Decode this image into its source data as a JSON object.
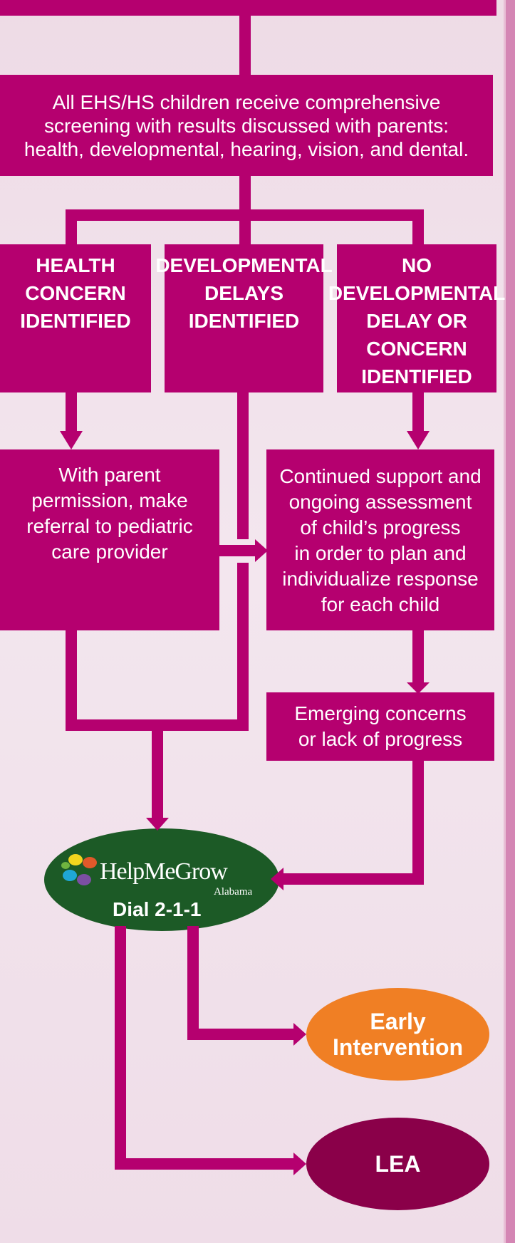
{
  "screening": {
    "text": "All EHS/HS children receive comprehensive\nscreening with results discussed with parents:\nhealth, developmental, hearing, vision, and dental."
  },
  "categories": {
    "health": "HEALTH\nCONCERN\nIDENTIFIED",
    "developmental": "DEVELOPMENTAL\nDELAYS\nIDENTIFIED",
    "none": "NO\nDEVELOPMENTAL\nDELAY OR\nCONCERN\nIDENTIFIED"
  },
  "actions": {
    "referral": "With parent\npermission, make\nreferral to pediatric\ncare provider",
    "support": "Continued support and\nongoing assessment\nof child’s progress\nin order to plan and\nindividualize response\nfor each child",
    "emerging": "Emerging concerns\nor lack of progress"
  },
  "help_me_grow": {
    "brand": "HelpMeGrow",
    "region": "Alabama",
    "dial": "Dial 2-1-1"
  },
  "outcomes": {
    "early_intervention": "Early\nIntervention",
    "lea": "LEA"
  },
  "colors": {
    "magenta": "#b5006f",
    "dark_green": "#1c5a26",
    "orange": "#f07f24",
    "plum": "#8a0049",
    "background": "#f0dfe9"
  }
}
